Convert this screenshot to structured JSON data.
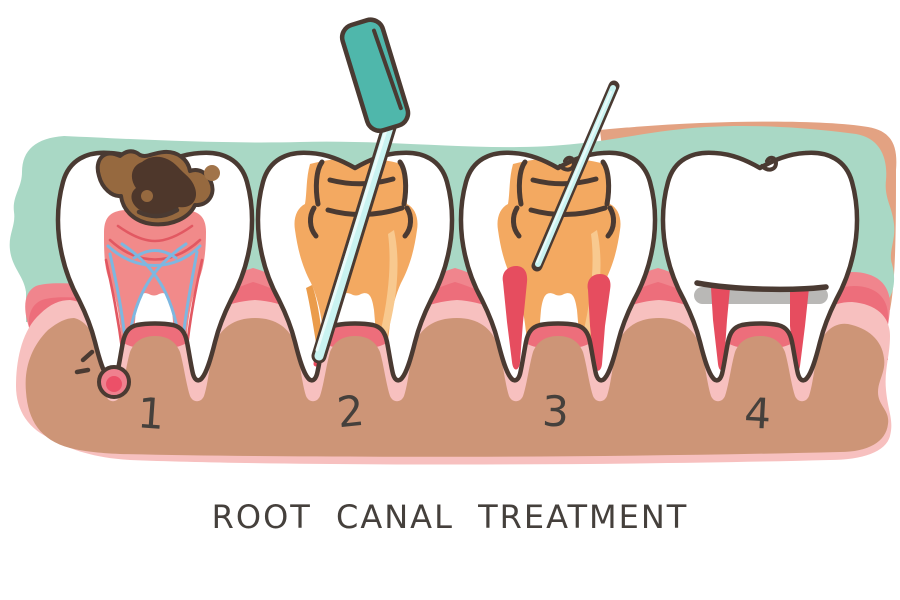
{
  "title": "ROOT CANAL TREATMENT",
  "steps": [
    {
      "label": "1"
    },
    {
      "label": "2"
    },
    {
      "label": "3"
    },
    {
      "label": "4"
    }
  ],
  "colors": {
    "background": "#ffffff",
    "teal_band": "#a9d8c5",
    "behind_teal_peach": "#e3a282",
    "gum_salmon": "#f0858d",
    "gum_salmon_dark": "#ed6e7b",
    "gum_pink": "#f7c0bf",
    "gum_tan": "#cd9577",
    "tooth_white": "#ffffff",
    "outline": "#4a3a32",
    "pulp_pink": "#f18a8a",
    "nerve_blue": "#7db7e0",
    "vessel_red": "#e25862",
    "caries_light": "#96693f",
    "caries_dark": "#4e372b",
    "caries_dot": "#a1744a",
    "filling_orange": "#f3a961",
    "filling_orange_light": "#f8c98f",
    "filling_orange_deep": "#eb9c4b",
    "canal_red": "#e64d5f",
    "red_tip": "#ee4b5e",
    "tool_handle_teal": "#4fb7ab",
    "tool_shaft_cyan": "#c9f3f1",
    "tool_shaft_highlight": "#eafbfa",
    "crown_gray": "#b9b8b6",
    "abscess_outer": "#f0808e",
    "abscess_inner": "#ec5068",
    "text": "#45403c"
  }
}
